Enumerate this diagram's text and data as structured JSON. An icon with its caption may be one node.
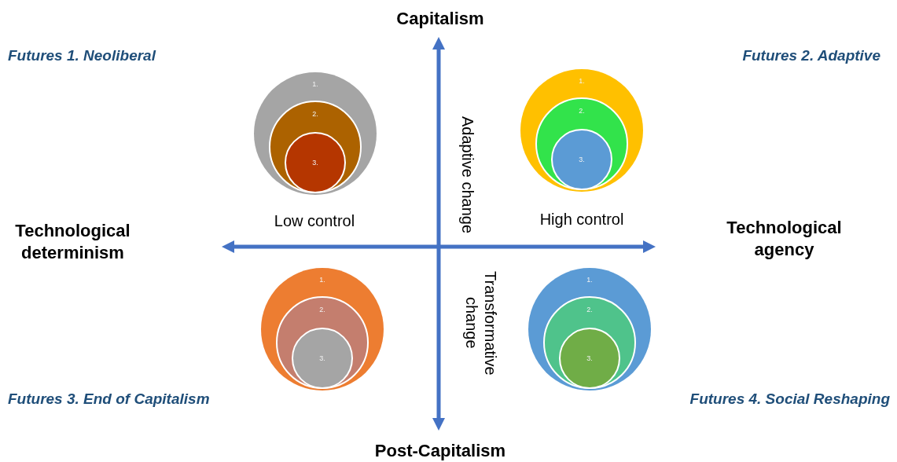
{
  "diagram": {
    "nodes": [
      {
        "text": [
          "1."
        ]
      },
      {
        "text": [
          "2."
        ],
        "in": 0
      },
      {
        "text": [
          "3."
        ],
        "in": 1
      },
      {
        "text": [
          "1."
        ]
      },
      {
        "text": [
          "2."
        ],
        "in": 3
      },
      {
        "text": [
          "3."
        ],
        "in": 4
      },
      {
        "text": [
          "1."
        ]
      },
      {
        "text": [
          "2."
        ],
        "in": 6
      },
      {
        "text": [
          "3."
        ],
        "in": 7
      },
      {
        "text": [
          "1."
        ]
      },
      {
        "text": [
          "2."
        ],
        "in": 9
      },
      {
        "text": [
          "3."
        ],
        "in": 10
      }
    ],
    "edges": [],
    "labels": [
      "Capitalism",
      "Futures 1. Neoliberal",
      "Futures 2. Adaptive",
      "Adaptive change",
      "Low control",
      "High control",
      "Technological determinism",
      "Technological agency",
      "Transformative change",
      "Futures 3. End of Capitalism",
      "Futures 4. Social Reshaping",
      "Post-Capitalism"
    ]
  }
}
